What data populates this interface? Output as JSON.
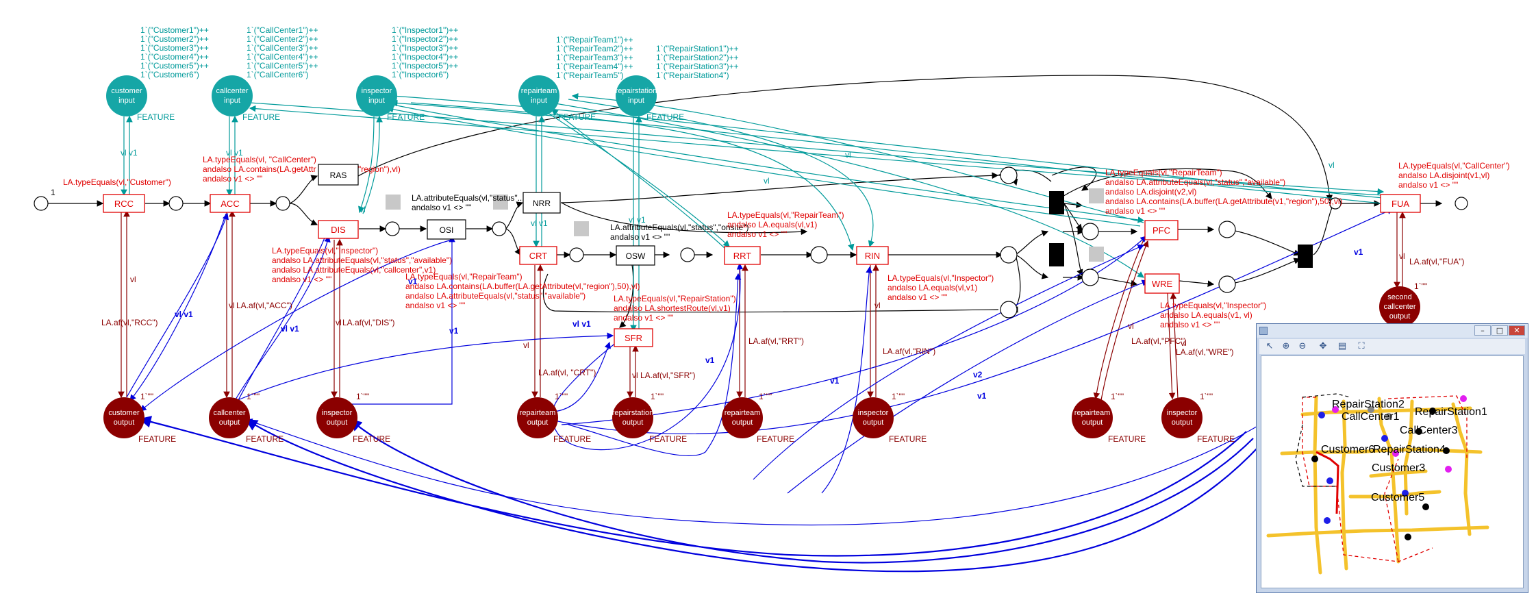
{
  "colors": {
    "transition": "#e00000",
    "input_place": "#16a6a6",
    "output_place": "#8b0000",
    "arc_black": "#000000",
    "arc_teal": "#009a9a",
    "arc_blue": "#0000dd",
    "window_bg": "#c7d5ea"
  },
  "input_places": [
    {
      "line1": "customer",
      "line2": "input",
      "feature": "FEATURE"
    },
    {
      "line1": "callcenter",
      "line2": "input",
      "feature": "FEATURE"
    },
    {
      "line1": "inspector",
      "line2": "input",
      "feature": "FEATURE"
    },
    {
      "line1": "repairteam",
      "line2": "input",
      "feature": "FEATURE"
    },
    {
      "line1": "repairstation",
      "line2": "input",
      "feature": "FEATURE"
    }
  ],
  "output_places": [
    {
      "line1": "customer",
      "line2": "output",
      "feature": "FEATURE",
      "marking": "1`\"\""
    },
    {
      "line1": "callcenter",
      "line2": "output",
      "feature": "FEATURE",
      "marking": "1`\"\""
    },
    {
      "line1": "inspector",
      "line2": "output",
      "feature": "FEATURE",
      "marking": "1`\"\""
    },
    {
      "line1": "repairteam",
      "line2": "output",
      "feature": "FEATURE",
      "marking": "1`\"\""
    },
    {
      "line1": "repairstation",
      "line2": "output",
      "feature": "FEATURE",
      "marking": "1`\"\""
    },
    {
      "line1": "repairteam",
      "line2": "output",
      "feature": "FEATURE",
      "marking": "1`\"\""
    },
    {
      "line1": "inspector",
      "line2": "output",
      "feature": "FEATURE",
      "marking": "1`\"\""
    },
    {
      "line1": "repairteam",
      "line2": "output",
      "feature": "FEATURE",
      "marking": "1`\"\""
    },
    {
      "line1": "inspector",
      "line2": "output",
      "feature": "FEATURE",
      "marking": "1`\"\""
    },
    {
      "line1": "second",
      "line2": "callcenter",
      "line3": "output",
      "marking": "1`\"\""
    }
  ],
  "initial_markings": {
    "customers": [
      "1`(\"Customer1\")++",
      "1`(\"Customer2\")++",
      "1`(\"Customer3\")++",
      "1`(\"Customer4\")++",
      "1`(\"Customer5\")++",
      "1`(\"Customer6\")"
    ],
    "callcenters": [
      "1`(\"CallCenter1\")++",
      "1`(\"CallCenter2\")++",
      "1`(\"CallCenter3\")++",
      "1`(\"CallCenter4\")++",
      "1`(\"CallCenter5\")++",
      "1`(\"CallCenter6\")"
    ],
    "inspectors": [
      "1`(\"Inspector1\")++",
      "1`(\"Inspector2\")++",
      "1`(\"Inspector3\")++",
      "1`(\"Inspector4\")++",
      "1`(\"Inspector5\")++",
      "1`(\"Inspector6\")"
    ],
    "repairteams": [
      "1`(\"RepairTeam1\")++",
      "1`(\"RepairTeam2\")++",
      "1`(\"RepairTeam3\")++",
      "1`(\"RepairTeam4\")++",
      "1`(\"RepairTeam5\")"
    ],
    "repairstations": [
      "1`(\"RepairStation1\")++",
      "1`(\"RepairStation2\")++",
      "1`(\"RepairStation3\")++",
      "1`(\"RepairStation4\")"
    ]
  },
  "transitions": {
    "rcc": "RCC",
    "acc": "ACC",
    "dis": "DIS",
    "crt": "CRT",
    "rrt": "RRT",
    "rin": "RIN",
    "sfr": "SFR",
    "pfc": "PFC",
    "wre": "WRE",
    "fua": "FUA",
    "ras": "RAS",
    "osi": "OSI",
    "nrr": "NRR",
    "osw": "OSW"
  },
  "guards": {
    "rcc": [
      "LA.typeEquals(vl,\"Customer\")"
    ],
    "acc": [
      "LA.typeEquals(vl, \"CallCenter\")",
      "andalso LA.contains(LA.getAttr",
      "andalso v1 <> \"\""
    ],
    "acc_tail": "\"region\"),vl)",
    "dis": [
      "LA.typeEquals(vl,\"Inspector\")",
      "andalso LA.attributeEquals(vl,\"status\",\"available\")",
      "andalso LA.attributeEquals(vl,\"callcenter\",v1)",
      "andalso v1 <> \"\""
    ],
    "osi": [
      "LA.attributeEquals(vl,\"status\"...",
      "andalso v1 <> \"\""
    ],
    "crt": [
      "LA.typeEquals(vl,\"RepairTeam\")",
      "andalso LA.contains(LA.buffer(LA.getAttribute(vl,\"region\"),50),vl)",
      "andalso LA.attributeEquals(vl,\"status\",\"available\")",
      "andalso v1 <> \"\""
    ],
    "osw": [
      "LA.attributeEquals(vl,\"status\",\"onsite\")",
      "andalso v1 <> \"\""
    ],
    "rrt": [
      "LA.typeEquals(vl,\"RepairTeam\")",
      "andalso LA.equals(vl,v1)",
      "andalso v1 <> \"\""
    ],
    "sfr": [
      "LA.typeEquals(vl,\"RepairStation\")",
      "andalso LA.shortestRoute(vl,v1)",
      "andalso v1 <> \"\""
    ],
    "rin": [
      "LA.typeEquals(vl,\"Inspector\")",
      "andalso LA.equals(vl,v1)",
      "andalso v1 <> \"\""
    ],
    "pfc": [
      "LA.typeEquals(vl,\"RepairTeam\")",
      "andalso LA.attributeEquals(vl,\"status\",\"available\")",
      "andalso LA.disjoint(v2,vl)",
      "andalso LA.contains(LA.buffer(LA.getAttribute(v1,\"region\"),50),vl)",
      "andalso v1 <> \"\""
    ],
    "wre": [
      "LA.typeEquals(vl,\"Inspector\")",
      "andalso LA.equals(v1, vl)",
      "andalso v1 <> \"\""
    ],
    "fua": [
      "LA.typeEquals(vl,\"CallCenter\")",
      "andalso LA.disjoint(v1,vl)",
      "andalso v1 <> \"\""
    ]
  },
  "out_arcs": {
    "rcc": "LA.af(vl,\"RCC\")",
    "acc": "LA.af(vl,\"ACC\")",
    "dis": "LA.af(vl,\"DIS\")",
    "crt": "LA.af(vl, \"CRT\")",
    "sfr": "LA.af(vl,\"SFR\")",
    "rrt": "LA.af(vl,\"RRT\")",
    "rin": "LA.af(vl,\"RIN\")",
    "pfc": "LA.af(vl,\"PFC\")",
    "wre": "LA.af(vl,\"WRE\")",
    "fua": "LA.af(vl,\"FUA\")"
  },
  "arc_vars": {
    "vl": "vl",
    "v1": "v1",
    "v2": "v2",
    "vlv1": "vl v1",
    "one": "1"
  },
  "map_window": {
    "toolbar_icons": [
      "pointer-icon",
      "zoom-in-icon",
      "zoom-out-icon",
      "pan-icon",
      "layers-icon",
      "fit-icon"
    ],
    "labels": [
      "RepairStation2",
      "CallCenter1",
      "RepairStation1",
      "CallCenter3",
      "Customer6",
      "RepairStation4",
      "Customer3",
      "Customer5"
    ]
  }
}
